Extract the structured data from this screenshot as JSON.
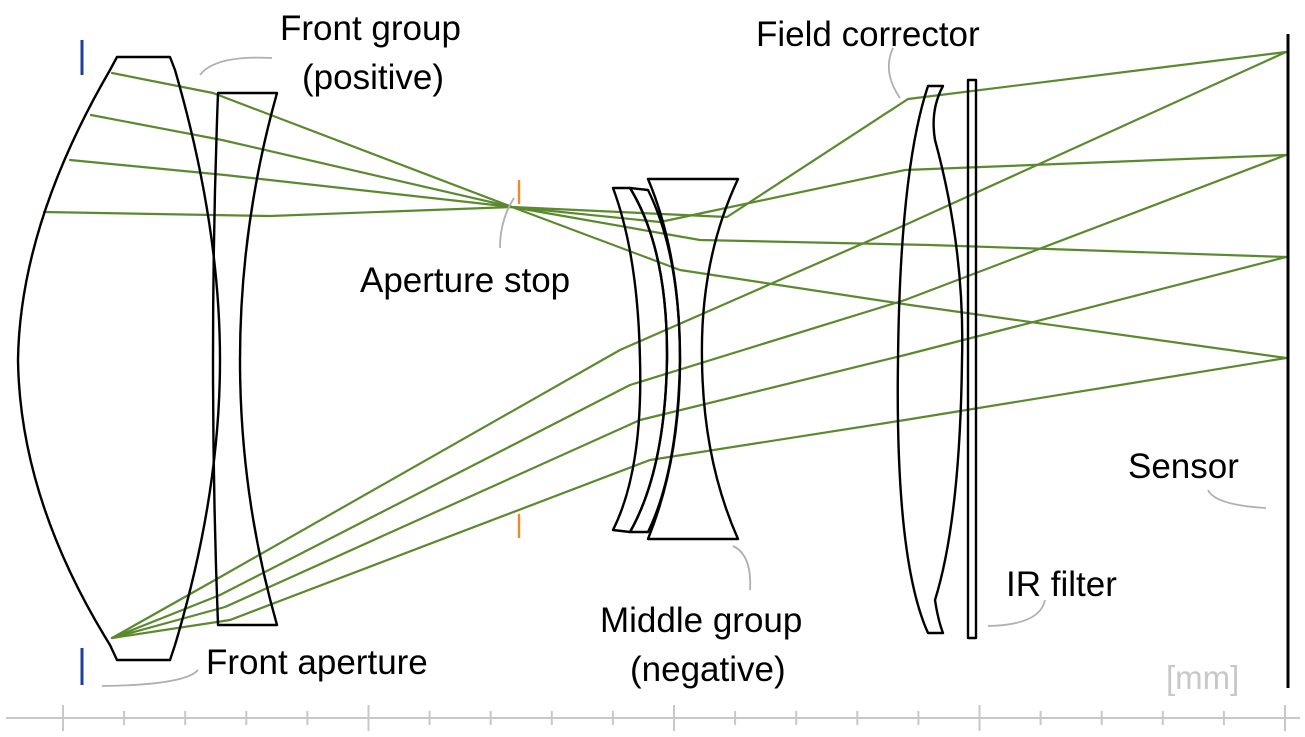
{
  "labels": {
    "front_group_line1": "Front group",
    "front_group_line2": "(positive)",
    "field_corrector": "Field corrector",
    "aperture_stop": "Aperture stop",
    "sensor": "Sensor",
    "ir_filter": "IR filter",
    "middle_group_line1": "Middle group",
    "middle_group_line2": "(negative)",
    "front_aperture": "Front aperture",
    "unit": "[mm]"
  },
  "colors": {
    "ray": "#5b8a2e",
    "ray_alt": "#4a7ab5",
    "lens_outline": "#000000",
    "aperture_stop": "#f08a24",
    "front_aperture": "#1f3f9e",
    "leader_line": "#b0b0b0",
    "ruler": "#c8c8c8",
    "unit_text": "#c8c8c8"
  }
}
